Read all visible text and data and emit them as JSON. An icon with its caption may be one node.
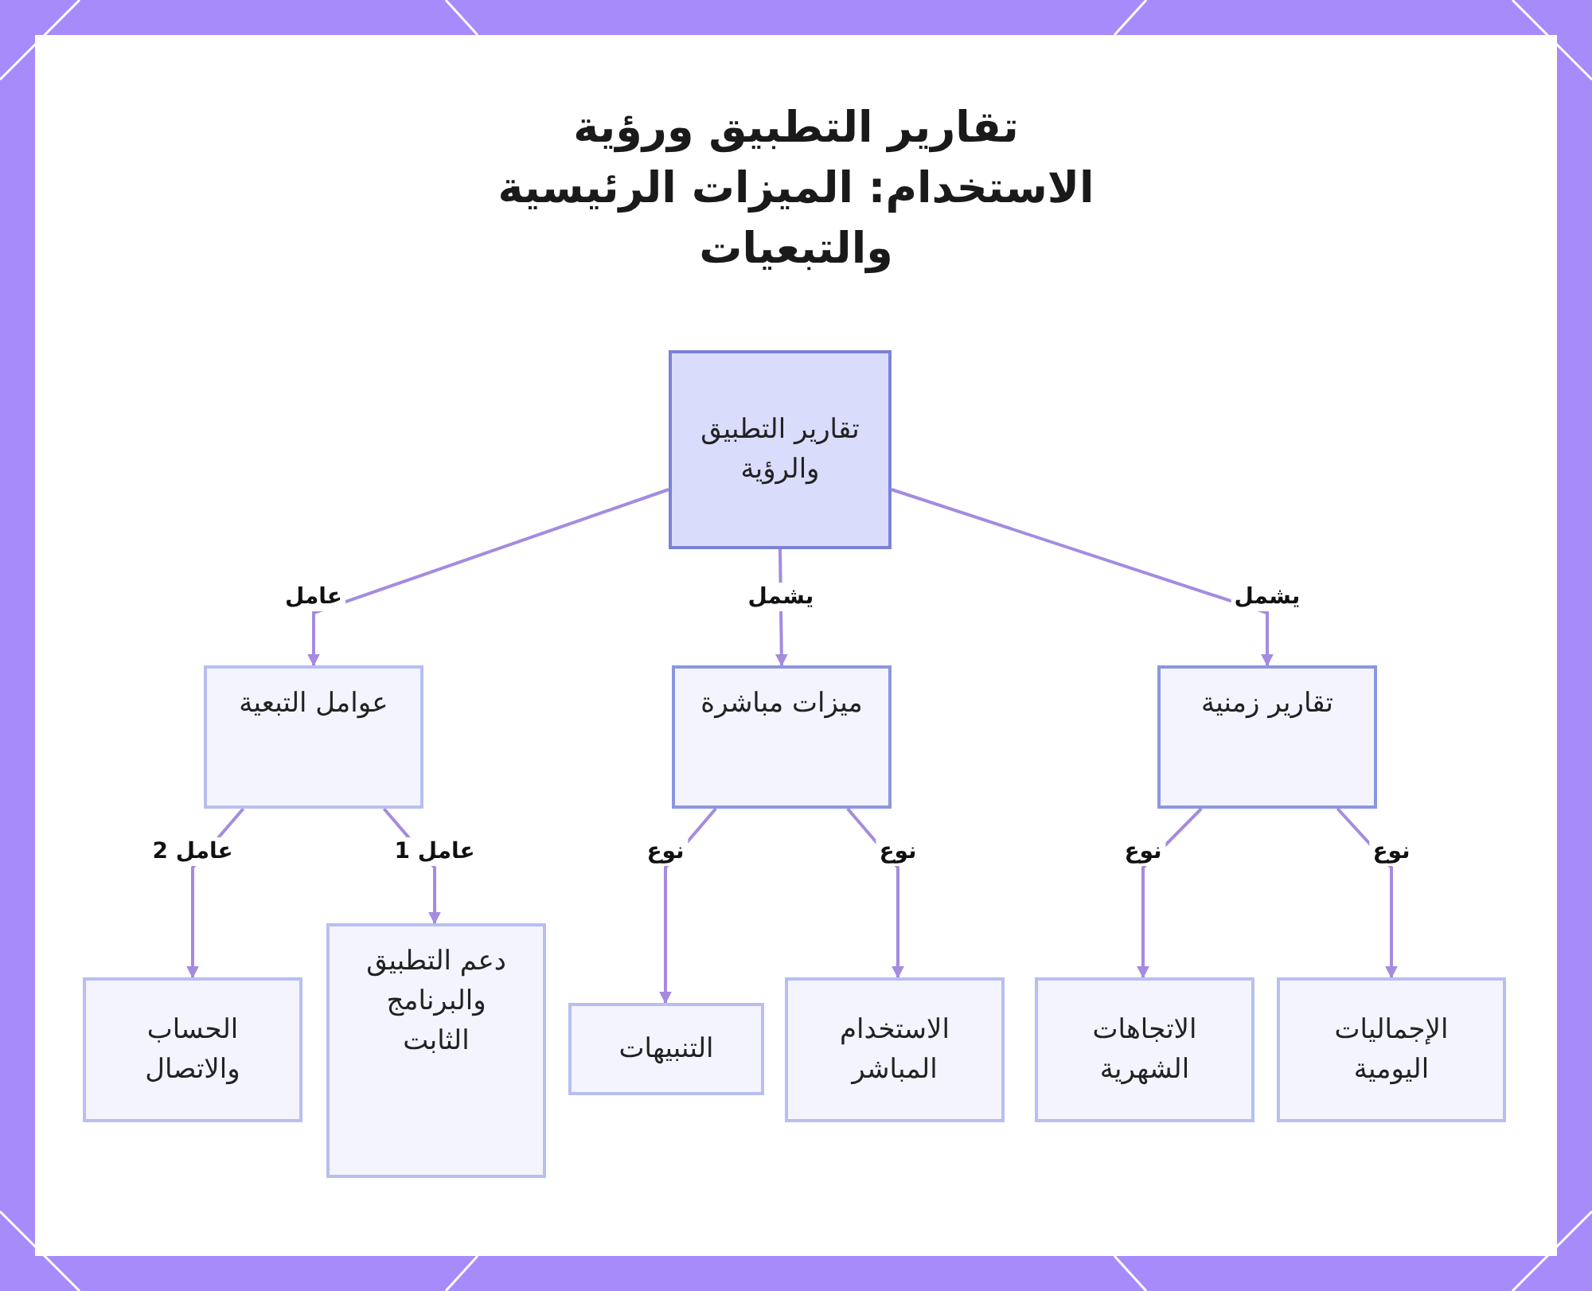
{
  "diagram": {
    "title": "تقارير التطبيق ورؤية الاستخدام: الميزات الرئيسية والتبعيات",
    "nodes": [
      {
        "text": [
          "تقارير التطبيق والرؤية"
        ]
      },
      {
        "text": [
          "عوامل التبعية"
        ]
      },
      {
        "text": [
          "ميزات مباشرة"
        ]
      },
      {
        "text": [
          "تقارير زمنية"
        ]
      },
      {
        "text": [
          "الحساب والاتصال"
        ]
      },
      {
        "text": [
          "دعم التطبيق والبرنامج الثابت"
        ]
      },
      {
        "text": [
          "التنبيهات"
        ]
      },
      {
        "text": [
          "الاستخدام المباشر"
        ]
      },
      {
        "text": [
          "الاتجاهات الشهرية"
        ]
      },
      {
        "text": [
          "الإجماليات اليومية"
        ]
      }
    ],
    "edges": [
      {
        "from": 0,
        "to": 1,
        "arrow": "to",
        "label": "عامل"
      },
      {
        "from": 0,
        "to": 2,
        "arrow": "to",
        "label": "يشمل"
      },
      {
        "from": 0,
        "to": 3,
        "arrow": "to",
        "label": "يشمل"
      },
      {
        "from": 1,
        "to": 4,
        "arrow": "to",
        "label": "عامل 2"
      },
      {
        "from": 1,
        "to": 5,
        "arrow": "to",
        "label": "عامل 1"
      },
      {
        "from": 2,
        "to": 6,
        "arrow": "to",
        "label": "نوع"
      },
      {
        "from": 2,
        "to": 7,
        "arrow": "to",
        "label": "نوع"
      },
      {
        "from": 3,
        "to": 8,
        "arrow": "to",
        "label": "نوع"
      },
      {
        "from": 3,
        "to": 9,
        "arrow": "to",
        "label": "نوع"
      }
    ]
  }
}
